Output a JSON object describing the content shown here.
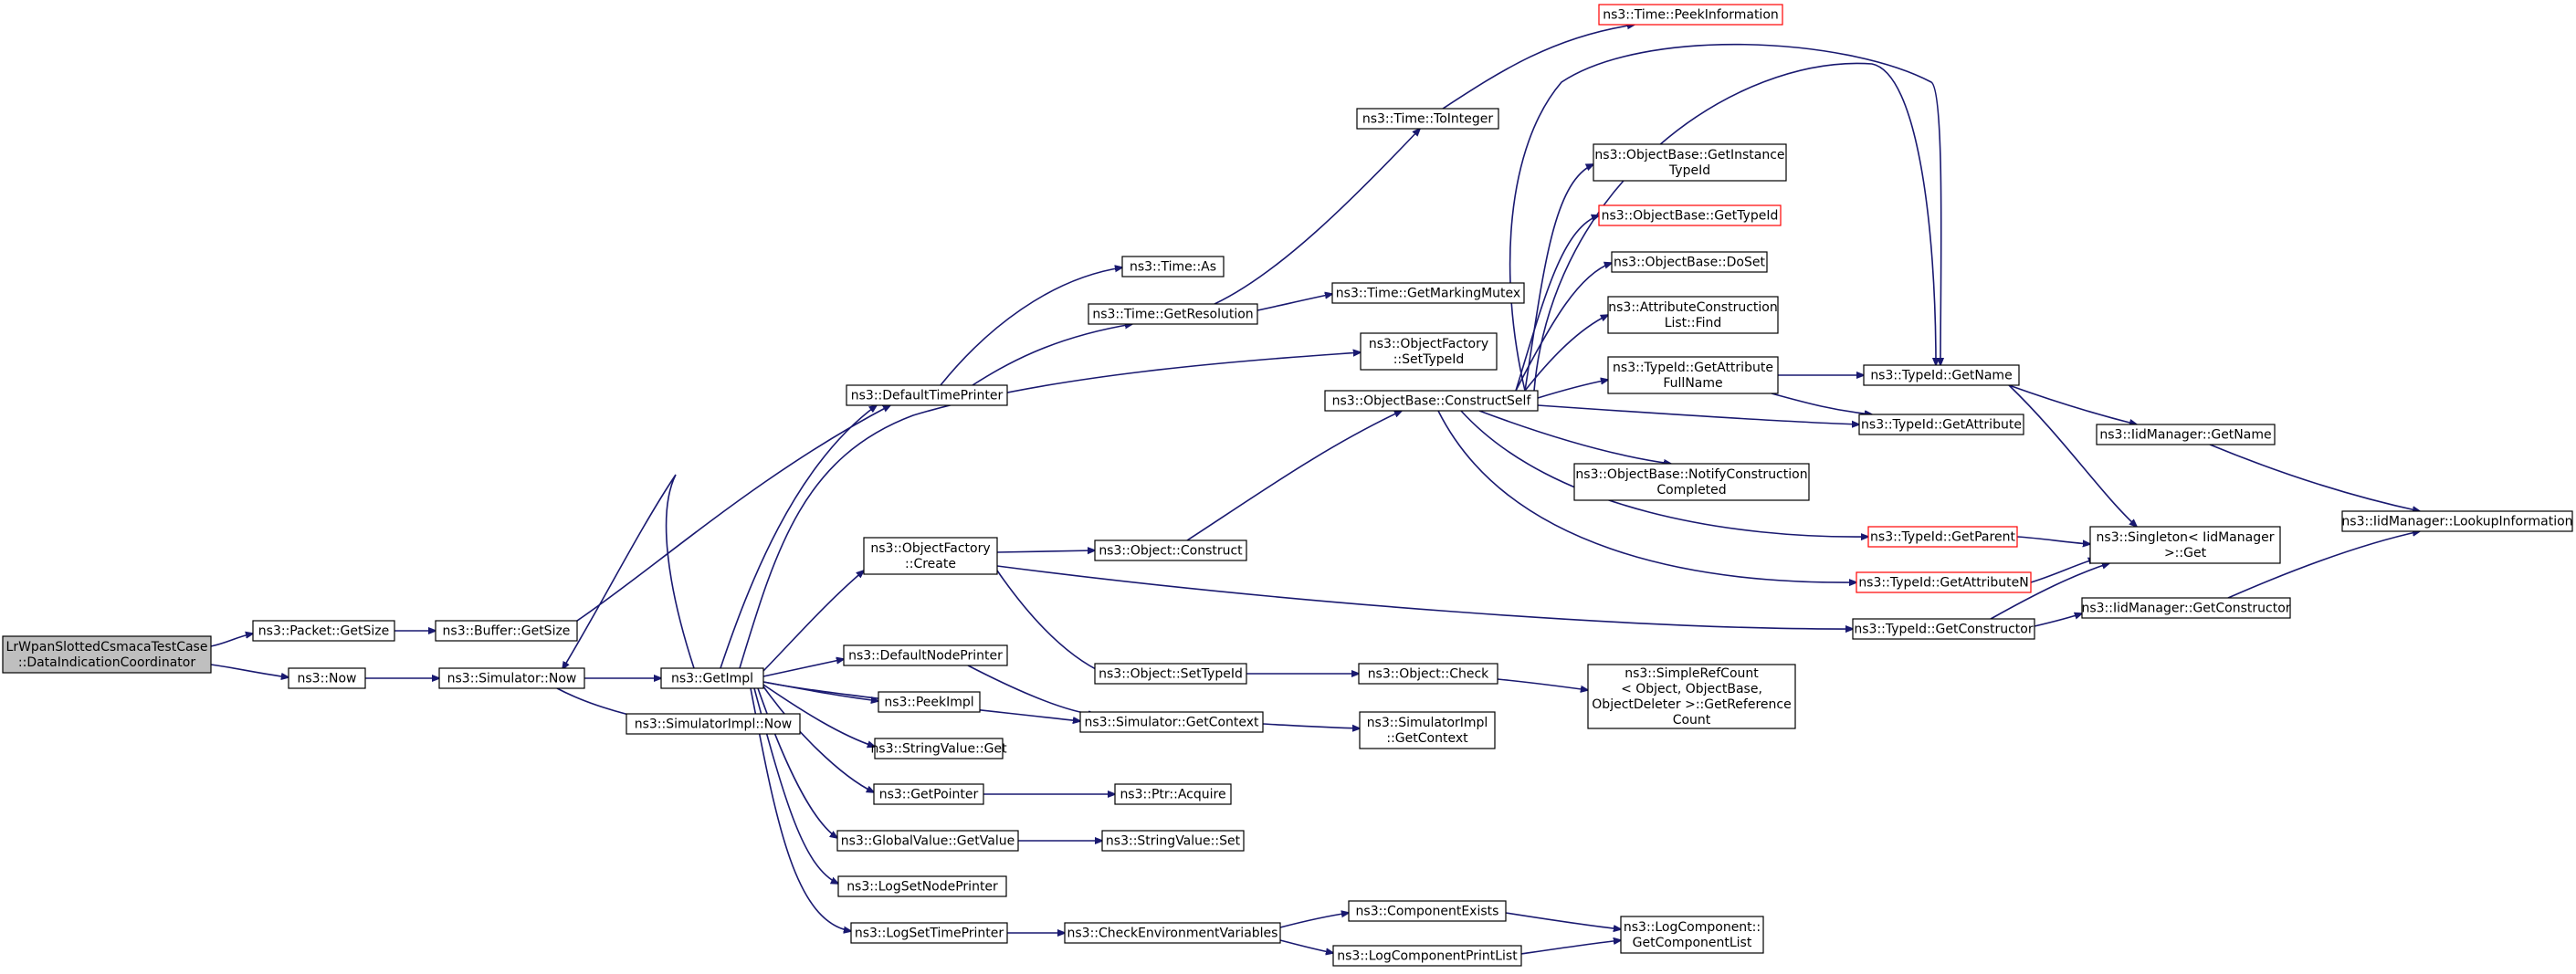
{
  "colors": {
    "edge": "#191970",
    "node_border": "#000000",
    "node_border_truncated": "#ff0000",
    "root_fill": "#bfbfbf"
  },
  "nodes": {
    "root": [
      "LrWpanSlottedCsmacaTestCase",
      "::DataIndicationCoordinator"
    ],
    "packet_getsize": [
      "ns3::Packet::GetSize"
    ],
    "buffer_getsize": [
      "ns3::Buffer::GetSize"
    ],
    "now": [
      "ns3::Now"
    ],
    "simulator_now": [
      "ns3::Simulator::Now"
    ],
    "simulatorimpl_now": [
      "ns3::SimulatorImpl::Now"
    ],
    "getimpl": [
      "ns3::GetImpl"
    ],
    "defaulttimeprinter": [
      "ns3::DefaultTimePrinter"
    ],
    "time_as": [
      "ns3::Time::As"
    ],
    "time_getresolution": [
      "ns3::Time::GetResolution"
    ],
    "time_tointeger": [
      "ns3::Time::ToInteger"
    ],
    "time_peekinformation": [
      "ns3::Time::PeekInformation"
    ],
    "time_getmarkingmutex": [
      "ns3::Time::GetMarkingMutex"
    ],
    "objectfactory_settypeid": [
      "ns3::ObjectFactory",
      "::SetTypeId"
    ],
    "objectfactory_create": [
      "ns3::ObjectFactory",
      "::Create"
    ],
    "object_construct": [
      "ns3::Object::Construct"
    ],
    "objectbase_constructself": [
      "ns3::ObjectBase::ConstructSelf"
    ],
    "objectbase_getinstancetypeid": [
      "ns3::ObjectBase::GetInstance",
      "TypeId"
    ],
    "objectbase_gettypeid": [
      "ns3::ObjectBase::GetTypeId"
    ],
    "objectbase_doset": [
      "ns3::ObjectBase::DoSet"
    ],
    "attributeconstructionlist_find": [
      "ns3::AttributeConstruction",
      "List::Find"
    ],
    "typeid_getattributefullname": [
      "ns3::TypeId::GetAttribute",
      "FullName"
    ],
    "objectbase_notifyconstructioncompleted": [
      "ns3::ObjectBase::NotifyConstruction",
      "Completed"
    ],
    "typeid_getname": [
      "ns3::TypeId::GetName"
    ],
    "typeid_getattribute": [
      "ns3::TypeId::GetAttribute"
    ],
    "iidmanager_getname": [
      "ns3::IidManager::GetName"
    ],
    "iidmanager_lookupinformation": [
      "ns3::IidManager::LookupInformation"
    ],
    "typeid_getparent": [
      "ns3::TypeId::GetParent"
    ],
    "singleton_get": [
      "ns3::Singleton< IidManager",
      " >::Get"
    ],
    "typeid_getattributen": [
      "ns3::TypeId::GetAttributeN"
    ],
    "typeid_getconstructor": [
      "ns3::TypeId::GetConstructor"
    ],
    "iidmanager_getconstructor": [
      "ns3::IidManager::GetConstructor"
    ],
    "defaultnodeprinter": [
      "ns3::DefaultNodePrinter"
    ],
    "object_settypeid": [
      "ns3::Object::SetTypeId"
    ],
    "object_check": [
      "ns3::Object::Check"
    ],
    "simplerefcount": [
      "ns3::SimpleRefCount",
      "< Object, ObjectBase,",
      " ObjectDeleter >::GetReference",
      "Count"
    ],
    "peekimpl": [
      "ns3::PeekImpl"
    ],
    "simulator_getcontext": [
      "ns3::Simulator::GetContext"
    ],
    "simulatorimpl_getcontext": [
      "ns3::SimulatorImpl",
      "::GetContext"
    ],
    "stringvalue_get": [
      "ns3::StringValue::Get"
    ],
    "getpointer": [
      "ns3::GetPointer"
    ],
    "ptr_acquire": [
      "ns3::Ptr::Acquire"
    ],
    "globalvalue_getvalue": [
      "ns3::GlobalValue::GetValue"
    ],
    "stringvalue_set": [
      "ns3::StringValue::Set"
    ],
    "logsetnodeprinter": [
      "ns3::LogSetNodePrinter"
    ],
    "logsettimeprinter": [
      "ns3::LogSetTimePrinter"
    ],
    "checkenvironmentvariables": [
      "ns3::CheckEnvironmentVariables"
    ],
    "componentexists": [
      "ns3::ComponentExists"
    ],
    "logcomponentprintlist": [
      "ns3::LogComponentPrintList"
    ],
    "logcomponent_getcomponentlist": [
      "ns3::LogComponent::",
      "GetComponentList"
    ]
  }
}
